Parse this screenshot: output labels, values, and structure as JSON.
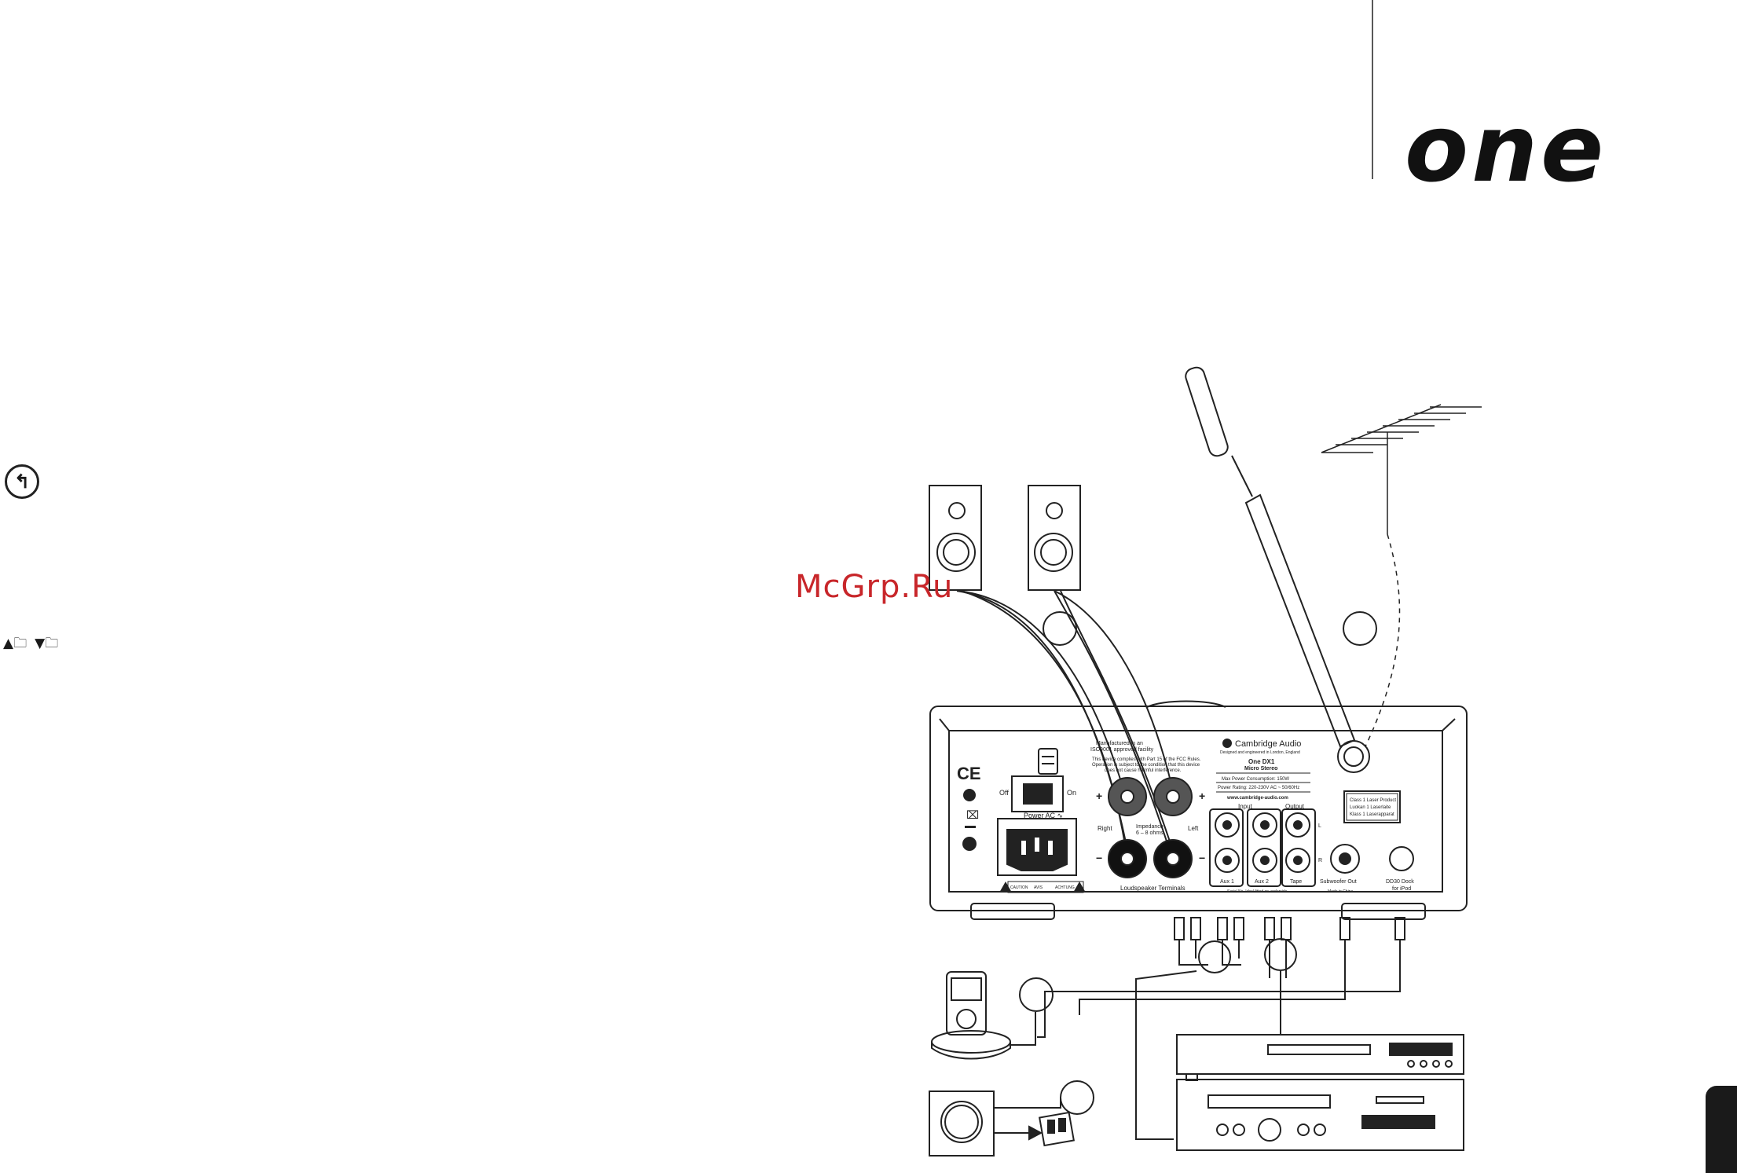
{
  "brand": {
    "logo_text": "one"
  },
  "watermark": {
    "text": "McGrp.Ru"
  },
  "navigation": {
    "back_icon": "return-arrow-icon",
    "folder_up_glyph": "▲🗀",
    "folder_down_glyph": "▼🗀"
  },
  "panel": {
    "manufacture_note_line1": "Manufactured in an",
    "manufacture_note_line2": "ISO9001 approved facility",
    "fcc_line1": "This device complies with Part 15 of the FCC Rules.",
    "fcc_line2": "Operation is subject to the condition that this device",
    "fcc_line3": "does not cause harmful interference.",
    "brand_name": "Cambridge Audio",
    "brand_tagline": "Designed and engineered in London, England",
    "model": "One DX1",
    "model_type": "Micro Stereo",
    "max_power": "Max Power Consumption: 150W",
    "power_rating": "Power Rating: 220-230V AC ~ 50/60Hz",
    "website": "www.cambridge-audio.com",
    "laser_line1": "Class 1 Laser Product",
    "laser_line2": "Luokan 1 Laserlaite",
    "laser_line3": "Klass 1 Laserapparat",
    "power_off": "Off",
    "power_on": "On",
    "power_ac": "Power AC ∿",
    "speaker_plus": "+",
    "speaker_minus": "−",
    "speaker_right": "Right",
    "speaker_left": "Left",
    "impedance_line1": "Impedance",
    "impedance_line2": "6 – 8 ohms",
    "loudspeaker_terminals": "Loudspeaker Terminals",
    "input_label": "Input",
    "output_label": "Output",
    "aux1_label": "Aux 1",
    "aux2_label": "Aux 2",
    "tape_label": "Tape",
    "channel_L": "L",
    "channel_R": "R",
    "subwoofer_out": "Subwoofer Out",
    "dock_line1": "DD30 Dock",
    "dock_line2": "for iPod",
    "serial_note": "Serial No. label fitted on underside",
    "made_in": "Made in China",
    "caution_labels": [
      "CAUTION",
      "AVIS",
      "ACHTUNG"
    ]
  },
  "colors": {
    "line": "#1a1a1a",
    "watermark": "#c8262a",
    "background": "#ffffff"
  }
}
